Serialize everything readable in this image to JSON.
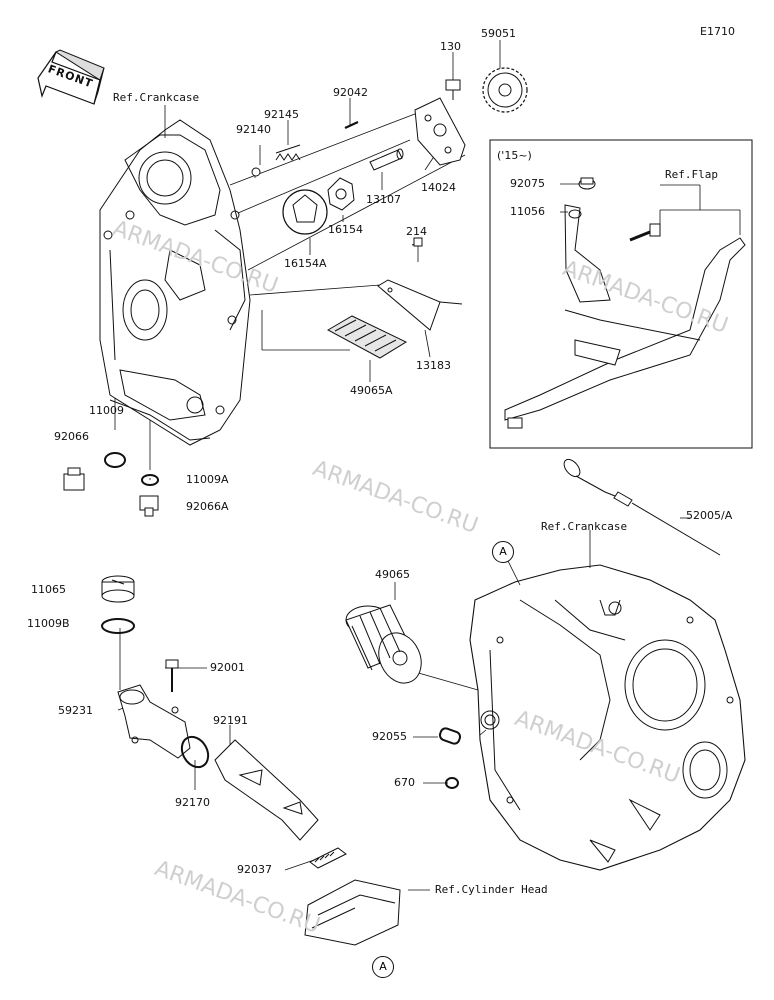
{
  "diagram_code": "E1710",
  "front_label": "FRONT",
  "variant_label": "('15~)",
  "watermark_text": "ARMADA-CO.RU",
  "callout_letter": "A",
  "refs": {
    "crankcase_top": "Ref.Crankcase",
    "crankcase_right": "Ref.Crankcase",
    "flap": "Ref.Flap",
    "cylinder_head": "Ref.Cylinder Head"
  },
  "parts": {
    "p130": "130",
    "p59051": "59051",
    "p92042": "92042",
    "p92145": "92145",
    "p92140": "92140",
    "p14024": "14024",
    "p13107": "13107",
    "p16154": "16154",
    "p16154A": "16154A",
    "p214": "214",
    "p13183": "13183",
    "p49065A": "49065A",
    "p92075": "92075",
    "p11056": "11056",
    "p11009": "11009",
    "p92066": "92066",
    "p11009A": "11009A",
    "p92066A": "92066A",
    "p52005A": "52005/A",
    "p11065": "11065",
    "p11009B": "11009B",
    "p49065": "49065",
    "p92001": "92001",
    "p59231": "59231",
    "p92191": "92191",
    "p92055": "92055",
    "p670": "670",
    "p92170": "92170",
    "p92037": "92037"
  }
}
